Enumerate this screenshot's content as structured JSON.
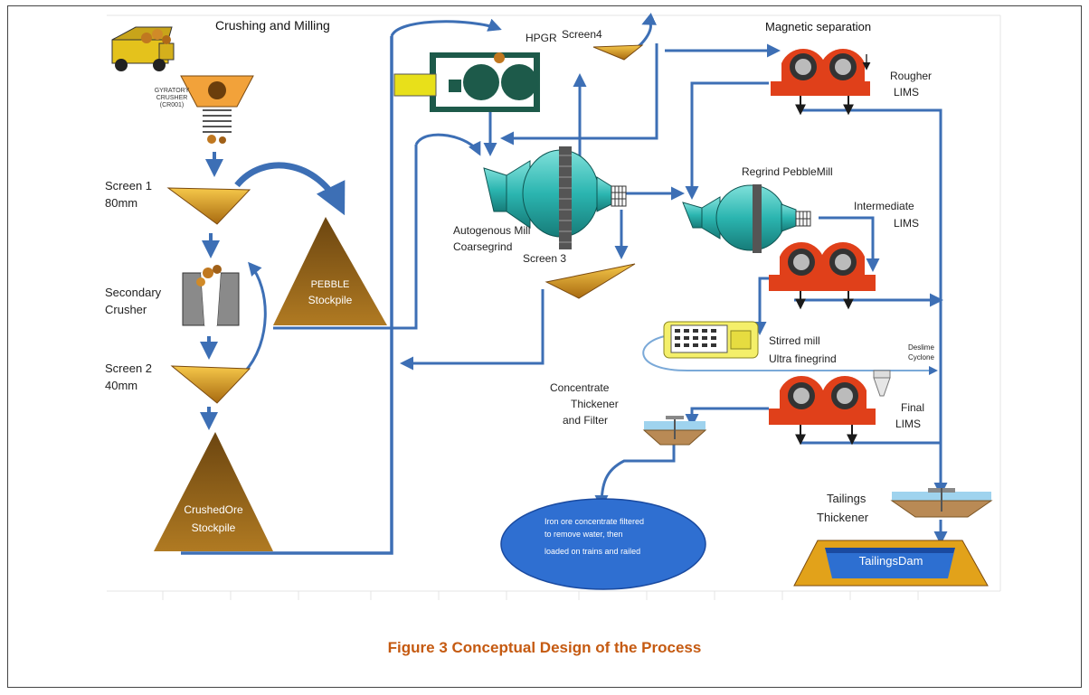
{
  "figure": {
    "caption": "Figure 3 Conceptual Design of the Process"
  },
  "labels": {
    "crushing_milling": "Crushing and Milling",
    "gyratory_line1": "GYRATORY",
    "gyratory_line2": "CRUSHER",
    "gyratory_line3": "(CR001)",
    "screen1_name": "Screen 1",
    "screen1_size": "80mm",
    "secondary_line1": "Secondary",
    "secondary_line2": "Crusher",
    "screen2_name": "Screen 2",
    "screen2_size": "40mm",
    "pebble_line1": "PEBBLE",
    "pebble_line2": "Stockpile",
    "crushed_line1": "CrushedOre",
    "crushed_line2": "Stockpile",
    "hpgr": "HPGR",
    "screen4": "Screen4",
    "autogenous_line1": "Autogenous Mill",
    "autogenous_line2": "Coarsegrind",
    "screen3": "Screen 3",
    "magnetic": "Magnetic separation",
    "rougher_line1": "Rougher",
    "rougher_line2": "LIMS",
    "regrind": "Regrind PebbleMill",
    "intermediate_line1": "Intermediate",
    "intermediate_line2": "LIMS",
    "stirred_line1": "Stirred mill",
    "stirred_line2": "Ultra finegrind",
    "deslime_line1": "Deslime",
    "deslime_line2": "Cyclone",
    "concentrate_line1": "Concentrate",
    "concentrate_line2": "Thickener",
    "concentrate_line3": "and Filter",
    "final_line1": "Final",
    "final_line2": "LIMS",
    "iron_line1": "Iron ore concentrate filtered",
    "iron_line2": "to remove water, then",
    "iron_line3": "loaded on trains and  railed",
    "tailings_line1": "Tailings",
    "tailings_line2": "Thickener",
    "tailings_dam": "TailingsDam"
  },
  "colors": {
    "flow_arrow": "#3d6fb5",
    "mill_teal": "#2bb5b0",
    "lims_red": "#e0401a",
    "screen_gold": "#e2a21a",
    "stockpile_brown": "#9a6a1c",
    "caption": "#c55a11",
    "ellipse_blue": "#2f6fd1"
  }
}
